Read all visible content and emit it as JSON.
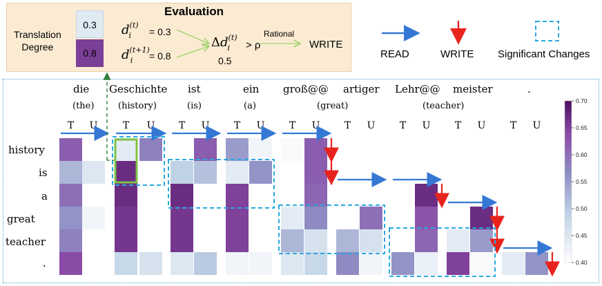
{
  "evaluation": {
    "title": "Evaluation",
    "degree_label_line1": "Translation",
    "degree_label_line2": "Degree",
    "value_top": "0.3",
    "value_bottom": "0.8",
    "d_t_eq": "= 0.3",
    "d_t1_eq": "= 0.8",
    "delta_gt": "> ρ",
    "delta_value": "0.5",
    "rational_label": "Rational",
    "write_label": "WRITE",
    "colors": {
      "top_cell": "#dfeaf3",
      "bottom_cell": "#7b3f97",
      "arrow": "#9fd26a"
    }
  },
  "legend": {
    "read_label": "READ",
    "write_label": "WRITE",
    "changes_label": "Significant Changes",
    "colors": {
      "read": "#3478d4",
      "write": "#e8231e",
      "changes": "#29a8e0"
    }
  },
  "source_tokens": [
    {
      "word": "die",
      "gloss": "(the)"
    },
    {
      "word": "Geschichte",
      "gloss": "(history)"
    },
    {
      "word": "ist",
      "gloss": "(is)"
    },
    {
      "word": "ein",
      "gloss": "(a)"
    },
    {
      "word": "groß@@",
      "gloss": ""
    },
    {
      "word": "artiger",
      "gloss": ""
    },
    {
      "word": "Lehr@@",
      "gloss": ""
    },
    {
      "word": "meister",
      "gloss": ""
    },
    {
      "word": ".",
      "gloss": ""
    }
  ],
  "merged_glosses": [
    {
      "text": "(great)"
    },
    {
      "text": "(teacher)"
    }
  ],
  "column_labels": {
    "t": "T",
    "u": "U"
  },
  "target_tokens": [
    "history",
    "is",
    "a",
    "great",
    "teacher",
    "."
  ],
  "heatmap": {
    "values": [
      [
        0.62,
        0.4,
        0.44,
        0.58,
        0.4,
        0.62,
        0.55,
        0.42,
        0.41,
        0.62,
        0.4,
        0.4,
        0.4,
        0.4,
        0.4,
        0.4,
        0.4,
        0.4
      ],
      [
        0.52,
        0.45,
        0.67,
        0.4,
        0.49,
        0.51,
        0.44,
        0.56,
        0.4,
        0.62,
        0.4,
        0.4,
        0.4,
        0.4,
        0.4,
        0.4,
        0.4,
        0.4
      ],
      [
        0.6,
        0.4,
        0.67,
        0.4,
        0.67,
        0.4,
        0.65,
        0.4,
        0.4,
        0.61,
        0.4,
        0.4,
        0.4,
        0.67,
        0.4,
        0.4,
        0.4,
        0.4
      ],
      [
        0.56,
        0.42,
        0.66,
        0.4,
        0.66,
        0.4,
        0.65,
        0.4,
        0.44,
        0.57,
        0.4,
        0.6,
        0.4,
        0.63,
        0.4,
        0.67,
        0.4,
        0.4
      ],
      [
        0.58,
        0.4,
        0.66,
        0.4,
        0.66,
        0.4,
        0.65,
        0.4,
        0.52,
        0.46,
        0.52,
        0.46,
        0.4,
        0.61,
        0.44,
        0.55,
        0.4,
        0.4
      ],
      [
        0.64,
        0.4,
        0.48,
        0.46,
        0.45,
        0.5,
        0.42,
        0.42,
        0.45,
        0.48,
        0.57,
        0.42,
        0.56,
        0.43,
        0.65,
        0.41,
        0.44,
        0.56
      ]
    ],
    "read_arrows": [
      {
        "row": -1,
        "from_col": 0,
        "to_col": 1
      },
      {
        "row": -1,
        "from_col": 2,
        "to_col": 3
      },
      {
        "row": -1,
        "from_col": 4,
        "to_col": 5
      },
      {
        "row": -1,
        "from_col": 6,
        "to_col": 7
      },
      {
        "row": -1,
        "from_col": 8,
        "to_col": 9
      },
      {
        "row": 1,
        "from_col": 10,
        "to_col": 11
      },
      {
        "row": 1,
        "from_col": 12,
        "to_col": 13
      },
      {
        "row": 2,
        "from_col": 14,
        "to_col": 15
      },
      {
        "row": 4,
        "from_col": 16,
        "to_col": 17
      }
    ],
    "write_arrows": [
      {
        "col": 9,
        "row": 0
      },
      {
        "col": 9,
        "row": 1
      },
      {
        "col": 13,
        "row": 2
      },
      {
        "col": 15,
        "row": 3
      },
      {
        "col": 15,
        "row": 4
      },
      {
        "col": 17,
        "row": 5
      }
    ],
    "change_boxes": [
      {
        "c0": 2,
        "c1": 3,
        "r0": 0,
        "r1": 1
      },
      {
        "c0": 4,
        "c1": 7,
        "r0": 1,
        "r1": 2
      },
      {
        "c0": 8,
        "c1": 11,
        "r0": 3,
        "r1": 4
      },
      {
        "c0": 12,
        "c1": 15,
        "r0": 4,
        "r1": 5
      }
    ],
    "highlight_box": {
      "c0": 2,
      "c1": 2,
      "r0": 0,
      "r1": 1,
      "color": "#7dc344"
    }
  },
  "colorbar": {
    "ticks": [
      "0.70",
      "0.65",
      "0.60",
      "0.55",
      "0.50",
      "0.45",
      "0.40"
    ],
    "min": 0.4,
    "max": 0.7
  }
}
